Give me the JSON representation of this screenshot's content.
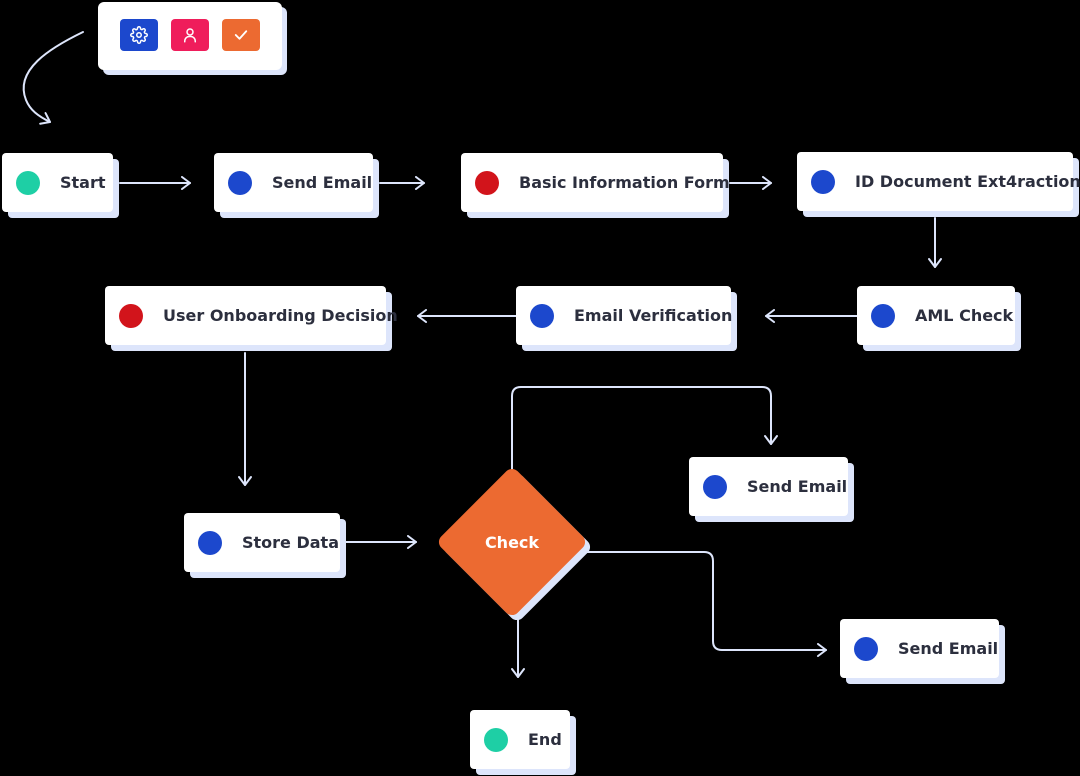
{
  "toolbar": {
    "buttons": [
      {
        "icon": "gear-icon",
        "color": "#1c48cd"
      },
      {
        "icon": "user-icon",
        "color": "#ef1d5b"
      },
      {
        "icon": "check-icon",
        "color": "#ec6a31"
      }
    ]
  },
  "nodes": {
    "start": {
      "label": "Start",
      "status_color": "#1ecfa5"
    },
    "send_email_1": {
      "label": "Send Email",
      "status_color": "#1c48cd"
    },
    "basic_info_form": {
      "label": "Basic Information Form",
      "status_color": "#d2141b"
    },
    "id_document_extraction": {
      "label": "ID Document Ext4raction",
      "status_color": "#1c48cd"
    },
    "aml_check": {
      "label": "AML Check",
      "status_color": "#1c48cd"
    },
    "email_verification": {
      "label": "Email Verification",
      "status_color": "#1c48cd"
    },
    "user_onboarding_decision": {
      "label": "User Onboarding Decision",
      "status_color": "#d2141b"
    },
    "store_data": {
      "label": "Store Data",
      "status_color": "#1c48cd"
    },
    "check": {
      "label": "Check",
      "color": "#ec6a31"
    },
    "send_email_2": {
      "label": "Send Email",
      "status_color": "#1c48cd"
    },
    "send_email_3": {
      "label": "Send Email",
      "status_color": "#1c48cd"
    },
    "end": {
      "label": "End",
      "status_color": "#1ecfa5"
    }
  },
  "colors": {
    "background": "#000000",
    "connector": "#dde5fb",
    "node_shadow": "#dde5fb"
  }
}
